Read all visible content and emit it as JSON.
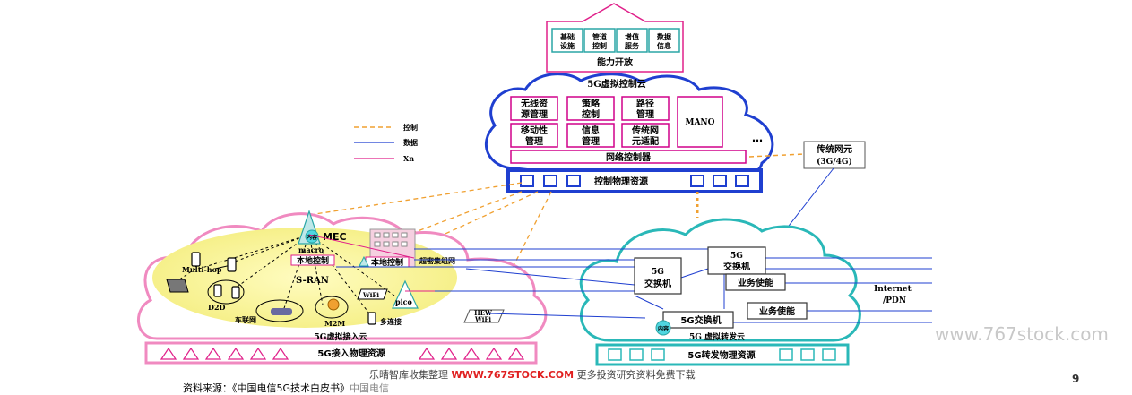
{
  "capability": {
    "items": [
      {
        "l1": "基础",
        "l2": "设施"
      },
      {
        "l1": "管道",
        "l2": "控制"
      },
      {
        "l1": "增值",
        "l2": "服务"
      },
      {
        "l1": "数据",
        "l2": "信息"
      }
    ],
    "label": "能力开放"
  },
  "control_cloud": {
    "title": "5G虚拟控制云",
    "modules": [
      {
        "l1": "无线资",
        "l2": "源管理"
      },
      {
        "l1": "策略",
        "l2": "控制"
      },
      {
        "l1": "路径",
        "l2": "管理"
      },
      {
        "l1": "移动性",
        "l2": "管理"
      },
      {
        "l1": "信息",
        "l2": "管理"
      },
      {
        "l1": "传统网",
        "l2": "元适配"
      }
    ],
    "mano": "MANO",
    "ellipsis": "…",
    "network_controller": "网络控制器",
    "physical": "控制物理资源"
  },
  "legend": [
    {
      "label": "控制",
      "color": "#f0a030",
      "dash": true
    },
    {
      "label": "数据",
      "color": "#1f3fd0",
      "dash": false
    },
    {
      "label": "Xn",
      "color": "#e0208a",
      "dash": false
    }
  ],
  "legacy": {
    "l1": "传统网元",
    "l2": "(3G/4G)"
  },
  "access_cloud": {
    "mec": "MEC",
    "content": "内容",
    "macro": "macro",
    "local_control_1": "本地控制",
    "local_control_2": "本地控制",
    "ultra_dense": "超密集组网",
    "multihop": "Multi-hop",
    "d2d": "D2D",
    "sran": "S-RAN",
    "wifi": "WiFi",
    "pico": "pico",
    "v2x": "车联网",
    "m2m": "M2M",
    "multi_conn": "多连接",
    "title": "5G虚拟接入云",
    "physical": "5G接入物理资源"
  },
  "hew_wifi": {
    "l1": "HEW",
    "l2": "WiFi"
  },
  "forward_cloud": {
    "switch_a": {
      "l1": "5G",
      "l2": "交换机"
    },
    "switch_b": {
      "l1": "5G",
      "l2": "交换机"
    },
    "service_1": "业务使能",
    "service_2": "业务使能",
    "switch_c": "5G交换机",
    "content": "内容",
    "title": "5G 虚拟转发云",
    "physical": "5G转发物理资源"
  },
  "internet": {
    "l1": "Internet",
    "l2": "/PDN"
  },
  "footer": {
    "source": "资料来源：《中国电信5G技术白皮书》",
    "source_org": "中国电信",
    "watermark_prefix": "乐晴智库收集整理 ",
    "watermark_site": "WWW.767STOCK.COM",
    "watermark_suffix": " 更多投资研究资料免费下载",
    "site": "www.767stock.com",
    "page": "9"
  }
}
